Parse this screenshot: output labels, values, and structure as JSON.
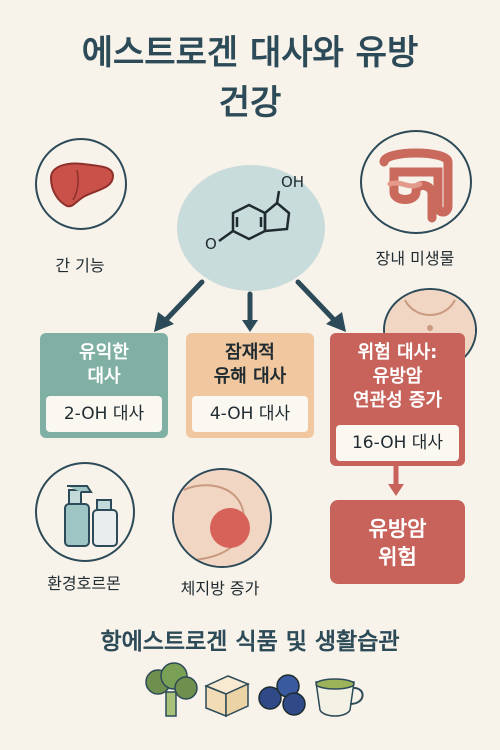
{
  "title": {
    "line1": "에스트로겐 대사와 유방",
    "line2": "건강"
  },
  "molecule": {
    "oh_label": "OH",
    "o_label": "O"
  },
  "labels": {
    "liver": "간 기능",
    "gut": "장내 미생물",
    "env": "환경호르몬",
    "fat": "체지방 증가"
  },
  "boxes": {
    "beneficial": {
      "head1": "유익한",
      "head2": "대사",
      "sub": "2-OH 대사"
    },
    "harmful": {
      "head1": "잠재적",
      "head2": "유해 대사",
      "sub": "4-OH 대사"
    },
    "risk": {
      "head1": "위험 대사:",
      "head2": "유방암",
      "head3": "연관성 증가",
      "sub": "16-OH 대사"
    },
    "cancer": {
      "line1": "유방암",
      "line2": "위험"
    }
  },
  "bottom_title": "항에스트로겐 식품 및 생활습관",
  "colors": {
    "teal": "#7fb0a3",
    "orange": "#f0c79e",
    "red": "#c8635c",
    "navy": "#2c4a57"
  }
}
